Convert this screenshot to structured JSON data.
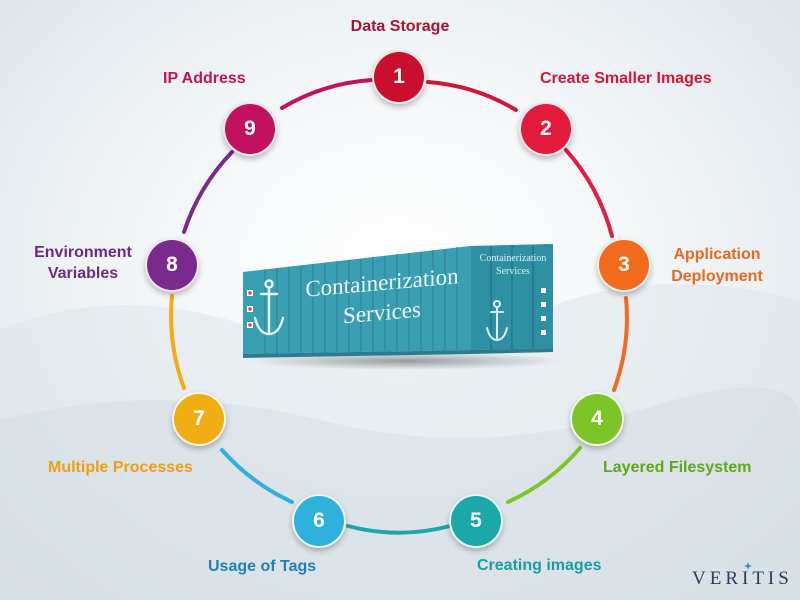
{
  "diagram": {
    "nodes": [
      {
        "number": "1",
        "label": "Data Storage",
        "color": "#c8102e"
      },
      {
        "number": "2",
        "label": "Create Smaller Images",
        "color": "#e21b3c"
      },
      {
        "number": "3",
        "label_line1": "Application",
        "label_line2": "Deployment",
        "color": "#f26b1d"
      },
      {
        "number": "4",
        "label": "Layered Filesystem",
        "color": "#7cc427"
      },
      {
        "number": "5",
        "label": "Creating images",
        "color": "#1ba8a8"
      },
      {
        "number": "6",
        "label": "Usage of Tags",
        "color": "#2eb2dd"
      },
      {
        "number": "7",
        "label": "Multiple Processes",
        "color": "#f0ad14"
      },
      {
        "number": "8",
        "label_line1": "Environment",
        "label_line2": "Variables",
        "color": "#7a2a8c"
      },
      {
        "number": "9",
        "label": "IP Address",
        "color": "#c2125f"
      }
    ],
    "label_colors": {
      "1": "#a8152f",
      "2": "#d8153a",
      "3": "#e8691f",
      "4": "#5da81b",
      "5": "#1a9ea0",
      "6": "#1f7fb8",
      "7": "#ee9f10",
      "8": "#6d2a82",
      "9": "#c2125f"
    }
  },
  "container": {
    "line1": "Containerization",
    "line2": "Services",
    "side_line1": "Containerization",
    "side_line2": "Services",
    "color": "#3a9fb3"
  },
  "brand": {
    "name": "VERITIS"
  }
}
